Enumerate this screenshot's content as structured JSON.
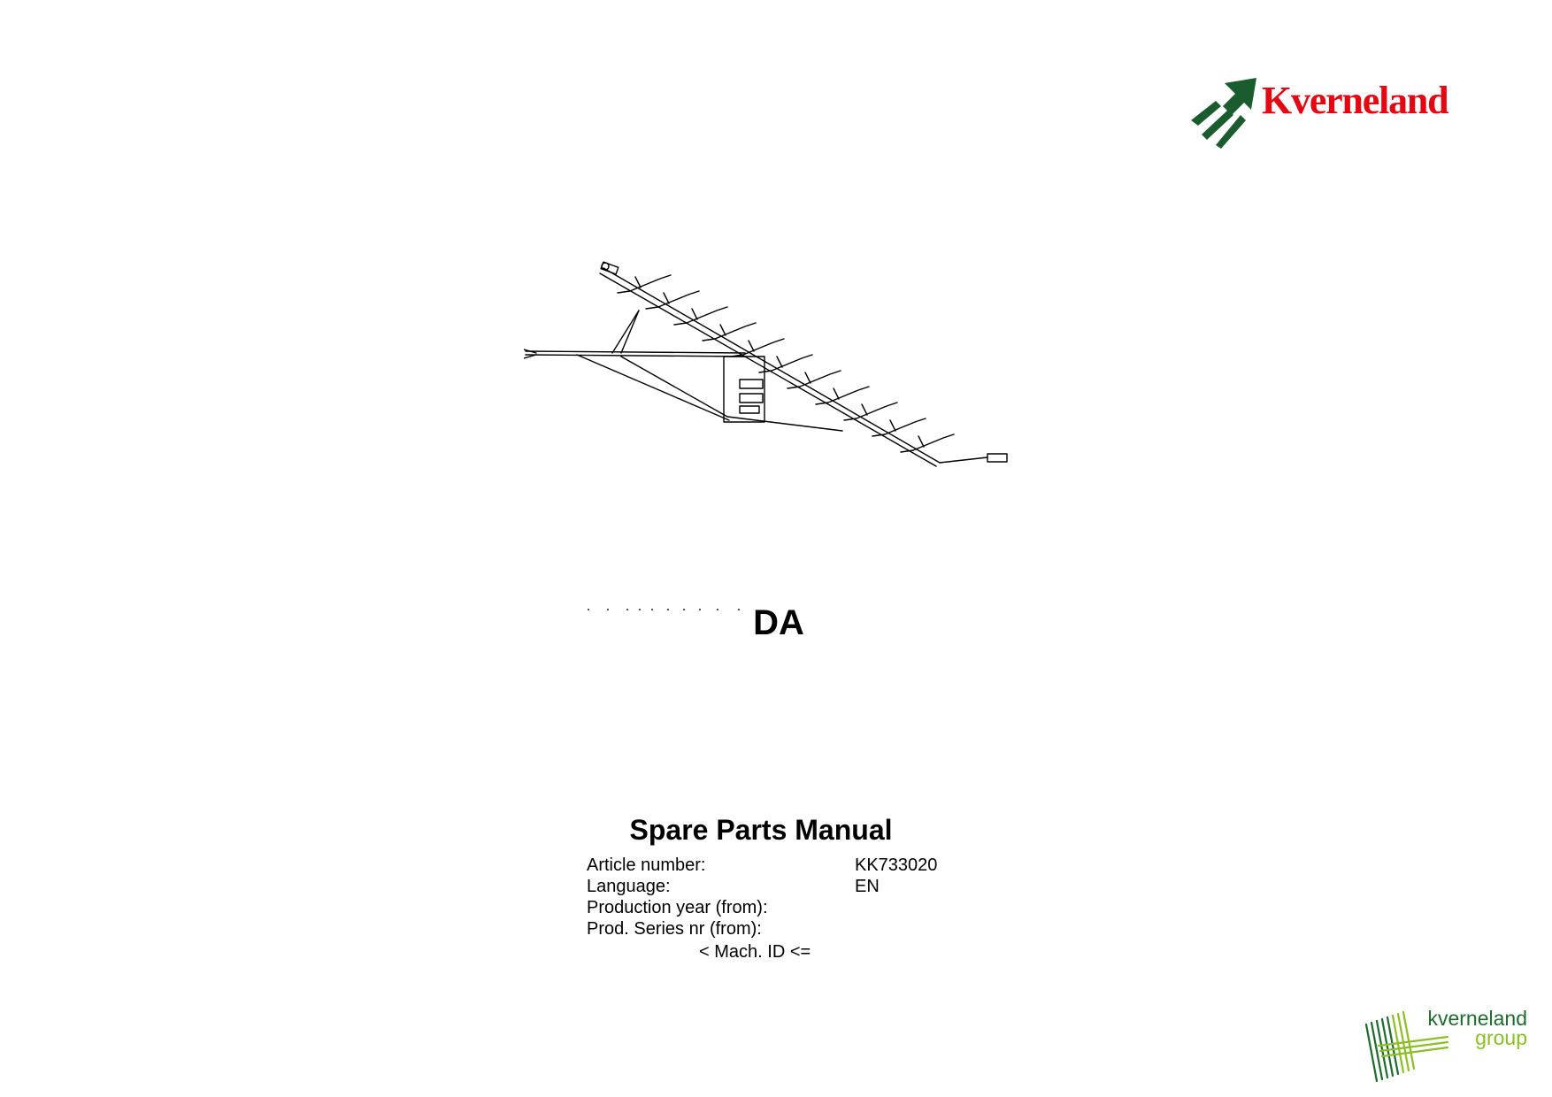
{
  "brand": {
    "name": "Kverneland",
    "color": "#e30613",
    "icon_color": "#1a5c2e",
    "icon": "kverneland-arrow-logo-icon"
  },
  "illustration": {
    "icon": "reversible-plough-drawing"
  },
  "model": "DA",
  "manual": {
    "title": "Spare Parts Manual",
    "rows": [
      {
        "label": "Article number:",
        "value": "KK733020"
      },
      {
        "label": "Language:",
        "value": "EN"
      },
      {
        "label": "Production year (from):",
        "value": ""
      },
      {
        "label": "Prod. Series nr (from):",
        "value": ""
      }
    ],
    "mach_id": "< Mach. ID <="
  },
  "group_logo": {
    "line1": "kverneland",
    "line2": "group",
    "color1": "#1f6b2e",
    "color2": "#8cbf26",
    "icon": "kverneland-group-stripes-icon"
  }
}
